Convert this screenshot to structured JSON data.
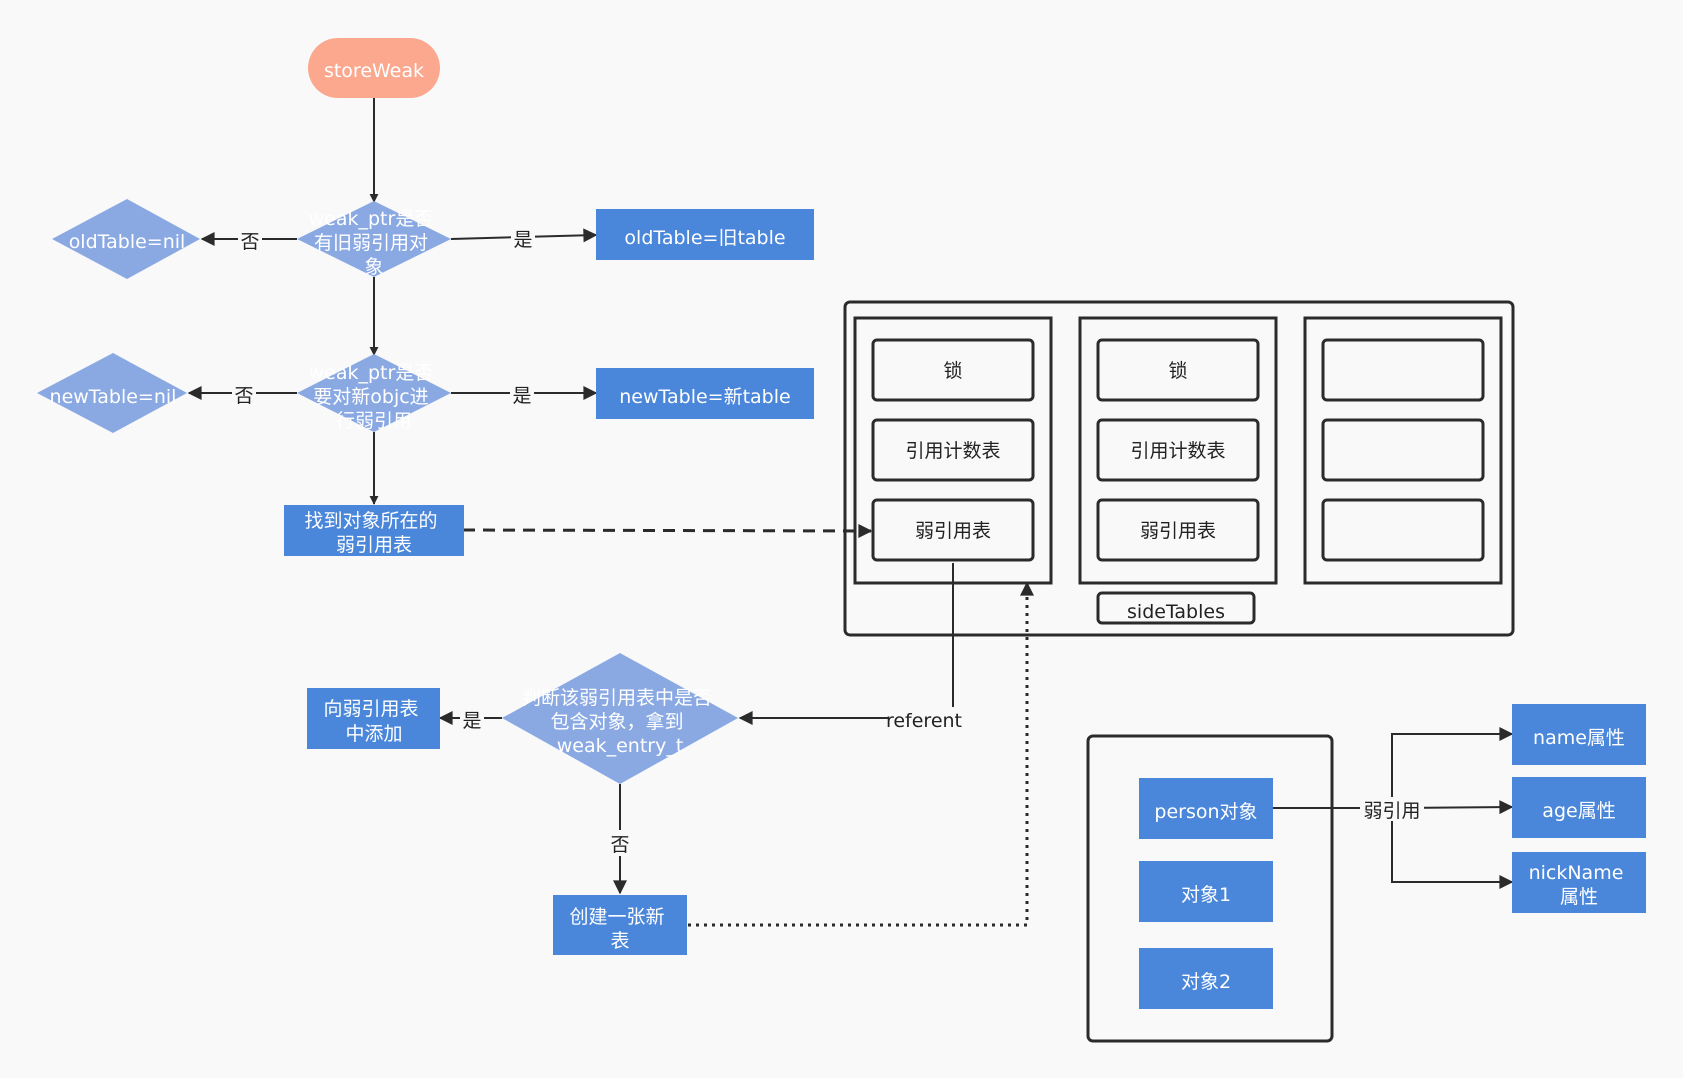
{
  "colors": {
    "start": "#fba88e",
    "process": "#4a86d9",
    "decision": "#8aa9e3",
    "line": "#2b2b2b",
    "background": "#f9f9f9"
  },
  "nodes": {
    "start": "storeWeak",
    "decision_old": [
      "weak_ptr是否",
      "有旧弱引用对",
      "象"
    ],
    "old_nil": "oldTable=nil",
    "old_table": "oldTable=旧table",
    "decision_new": [
      "weak_ptr是否",
      "要对新objc进",
      "行弱引用"
    ],
    "new_nil": "newTable=nil",
    "new_table": "newTable=新table",
    "find_table": [
      "找到对象所在的",
      "弱引用表"
    ],
    "decision_contains": [
      "判断该弱引用表中是否",
      "包含对象，拿到",
      "weak_entry_t"
    ],
    "add_to_table": [
      "向弱引用表",
      "中添加"
    ],
    "create_table": [
      "创建一张新",
      "表"
    ]
  },
  "side_tables": {
    "label": "sideTables",
    "columns": [
      {
        "lock": "锁",
        "refcount": "引用计数表",
        "weak": "弱引用表"
      },
      {
        "lock": "锁",
        "refcount": "引用计数表",
        "weak": "弱引用表"
      },
      {
        "lock": "",
        "refcount": "",
        "weak": ""
      }
    ]
  },
  "edges": {
    "yes": "是",
    "no": "否",
    "referent": "referent",
    "weak_ref": "弱引用"
  },
  "objects": {
    "person": "person对象",
    "obj1": "对象1",
    "obj2": "对象2"
  },
  "properties": {
    "name": "name属性",
    "age": "age属性",
    "nickname": [
      "nickName",
      "属性"
    ]
  }
}
